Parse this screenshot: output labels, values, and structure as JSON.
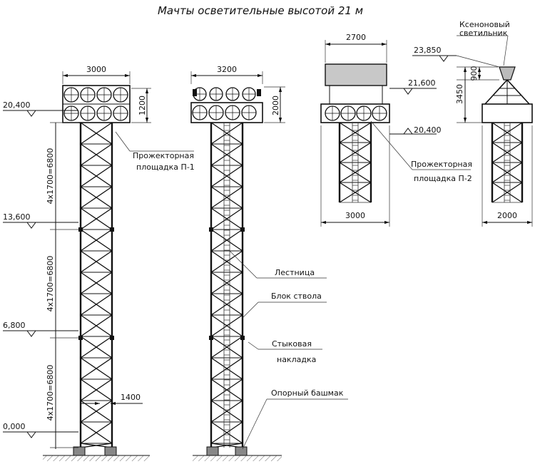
{
  "title": "Мачты осветительные высотой 21 м",
  "mast1": {
    "width_top": "3000",
    "height_platform": "1200",
    "section_label": "4x1700=6800",
    "base_dim": "1400",
    "platform_label_line1": "Прожекторная",
    "platform_label_line2": "площадка П-1"
  },
  "mast2": {
    "width_top": "3200",
    "height_platform": "2000"
  },
  "levels": {
    "l1": "20,400",
    "l2": "13,600",
    "l3": "6,800",
    "l4": "0,000"
  },
  "detail_p2": {
    "width_top": "2700",
    "width_bottom": "3000",
    "level_top": "21,600",
    "level_bottom": "20,400",
    "label_line1": "Прожекторная",
    "label_line2": "площадка П-2"
  },
  "detail_xenon": {
    "label_line1": "Ксеноновый",
    "label_line2": "светильник",
    "level": "23,850",
    "dim_900": "900",
    "dim_3450": "3450",
    "width_bottom": "2000"
  },
  "callouts": {
    "ladder": "Лестница",
    "shaft_block": "Блок ствола",
    "joint_line1": "Стыковая",
    "joint_line2": "накладка",
    "base_shoe": "Опорный башмак"
  }
}
